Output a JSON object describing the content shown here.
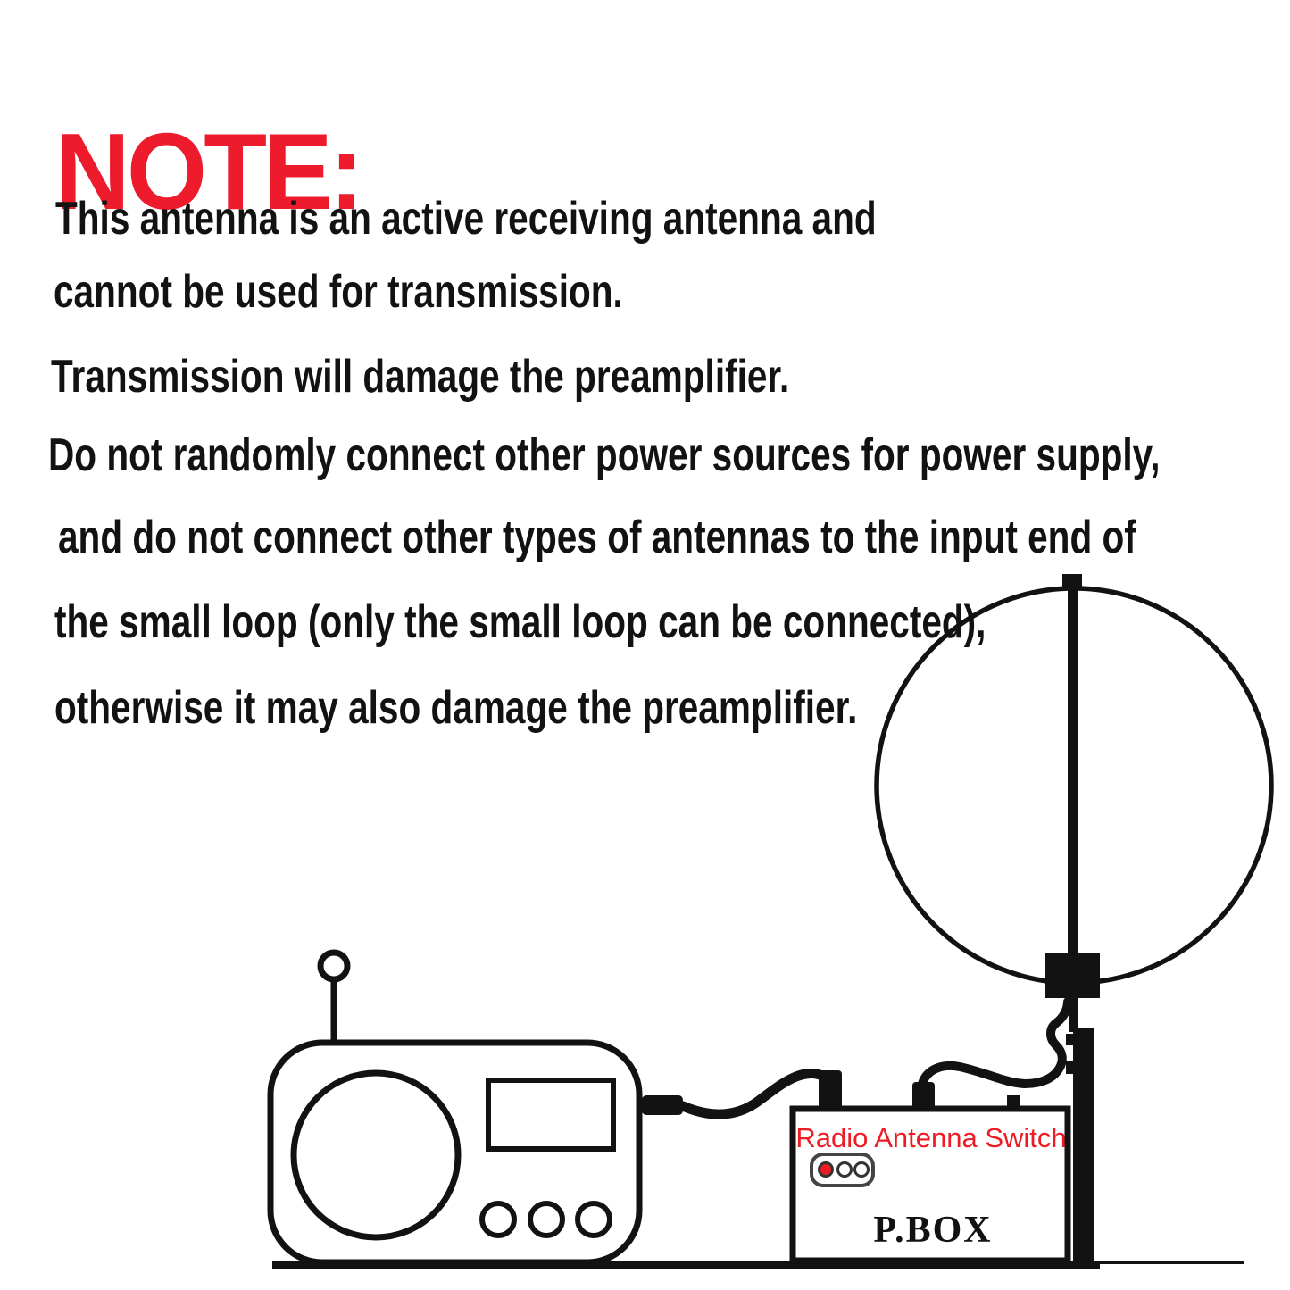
{
  "note": {
    "heading": "NOTE:",
    "lines": [
      "This antenna is an active receiving antenna and",
      "cannot be used for transmission.",
      "Transmission will damage the preamplifier.",
      "Do not randomly connect other power sources for power supply,",
      "and do not connect other types of antennas to the input end of",
      "the small loop (only the small loop can be connected),",
      "otherwise it may also damage the preamplifier."
    ]
  },
  "diagram": {
    "switch_label": "Radio Antenna Switch",
    "pbox_label": "P.BOX",
    "icons": [
      "radio-icon",
      "antenna-rod-icon",
      "speaker-icon",
      "knob-icon",
      "cable-icon",
      "switch-box-icon",
      "led-icon",
      "loop-antenna-icon",
      "mast-icon",
      "preamp-box-icon",
      "ground-line-icon"
    ],
    "led_states": [
      "on-red",
      "off",
      "off"
    ]
  },
  "colors": {
    "heading_red": "#ED1B2C",
    "switch_red": "#ED1C24",
    "ink": "#121212"
  }
}
